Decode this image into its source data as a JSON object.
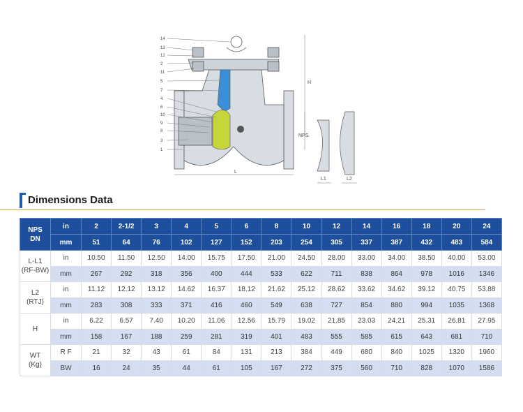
{
  "drawing": {
    "part_numbers": [
      "14",
      "13",
      "12",
      "2",
      "11",
      "5",
      "7",
      "4",
      "6",
      "10",
      "9",
      "8",
      "3",
      "1"
    ],
    "dimension_labels": {
      "H": "H",
      "NPS": "NPS",
      "L": "L",
      "L1": "L1",
      "L2": "L2"
    },
    "colors": {
      "disc": "#c6d63a",
      "hinge": "#3a8fd6",
      "body": "#d8dde3",
      "shade": "#b9c0c8"
    }
  },
  "heading": {
    "title": "Dimensions Data"
  },
  "table": {
    "header": {
      "nps_dn_line1": "NPS",
      "nps_dn_line2": "DN",
      "in_label": "in",
      "mm_label": "mm",
      "in_sizes": [
        "2",
        "2-1/2",
        "3",
        "4",
        "5",
        "6",
        "8",
        "10",
        "12",
        "14",
        "16",
        "18",
        "20",
        "24"
      ],
      "mm_sizes": [
        "51",
        "64",
        "76",
        "102",
        "127",
        "152",
        "203",
        "254",
        "305",
        "337",
        "387",
        "432",
        "483",
        "584"
      ]
    },
    "groups": [
      {
        "label_line1": "L-L1",
        "label_line2": "(RF-BW)",
        "rows": [
          {
            "unit": "in",
            "values": [
              "10.50",
              "11.50",
              "12.50",
              "14.00",
              "15.75",
              "17.50",
              "21.00",
              "24.50",
              "28.00",
              "33.00",
              "34.00",
              "38.50",
              "40.00",
              "53.00"
            ]
          },
          {
            "unit": "mm",
            "values": [
              "267",
              "292",
              "318",
              "356",
              "400",
              "444",
              "533",
              "622",
              "711",
              "838",
              "864",
              "978",
              "1016",
              "1346"
            ]
          }
        ]
      },
      {
        "label_line1": "L2",
        "label_line2": "(RTJ)",
        "rows": [
          {
            "unit": "in",
            "values": [
              "11.12",
              "12.12",
              "13.12",
              "14.62",
              "16.37",
              "18.12",
              "21.62",
              "25.12",
              "28.62",
              "33.62",
              "34.62",
              "39.12",
              "40.75",
              "53.88"
            ]
          },
          {
            "unit": "mm",
            "values": [
              "283",
              "308",
              "333",
              "371",
              "416",
              "460",
              "549",
              "638",
              "727",
              "854",
              "880",
              "994",
              "1035",
              "1368"
            ]
          }
        ]
      },
      {
        "label_line1": "H",
        "label_line2": "",
        "rows": [
          {
            "unit": "in",
            "values": [
              "6.22",
              "6.57",
              "7.40",
              "10.20",
              "11.06",
              "12.56",
              "15.79",
              "19.02",
              "21.85",
              "23.03",
              "24.21",
              "25.31",
              "26.81",
              "27.95"
            ]
          },
          {
            "unit": "mm",
            "values": [
              "158",
              "167",
              "188",
              "259",
              "281",
              "319",
              "401",
              "483",
              "555",
              "585",
              "615",
              "643",
              "681",
              "710"
            ]
          }
        ]
      },
      {
        "label_line1": "WT",
        "label_line2": "(Kg)",
        "rows": [
          {
            "unit": "R F",
            "values": [
              "21",
              "32",
              "43",
              "61",
              "84",
              "131",
              "213",
              "384",
              "449",
              "680",
              "840",
              "1025",
              "1320",
              "1960"
            ]
          },
          {
            "unit": "BW",
            "values": [
              "16",
              "24",
              "35",
              "44",
              "61",
              "105",
              "167",
              "272",
              "375",
              "560",
              "710",
              "828",
              "1070",
              "1586"
            ]
          }
        ]
      }
    ],
    "colors": {
      "header_bg": "#1e4f9c",
      "stripe_bg": "#d3def0"
    }
  }
}
